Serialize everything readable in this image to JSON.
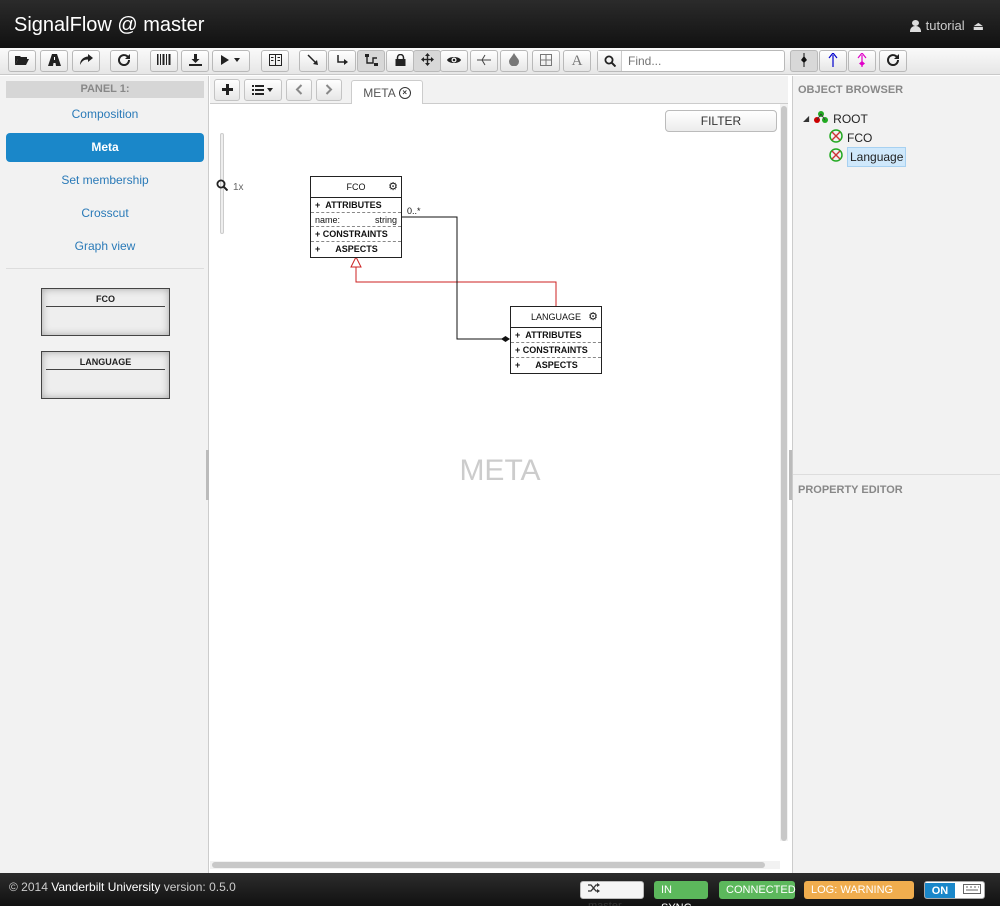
{
  "header": {
    "title": "SignalFlow @ master",
    "user": "tutorial"
  },
  "toolbar": {
    "find_placeholder": "Find..."
  },
  "left_panel": {
    "panel_label": "PANEL 1:",
    "nav": [
      {
        "label": "Composition"
      },
      {
        "label": "Meta"
      },
      {
        "label": "Set membership"
      },
      {
        "label": "Crosscut"
      },
      {
        "label": "Graph view"
      }
    ],
    "parts": [
      {
        "label": "FCO"
      },
      {
        "label": "LANGUAGE"
      }
    ]
  },
  "editor": {
    "tab_label": "META",
    "filter_label": "FILTER",
    "zoom_label": "1x",
    "watermark": "META",
    "boxes": {
      "fco": {
        "name": "FCO",
        "attributes_label": "ATTRIBUTES",
        "attr_name": "name:",
        "attr_type": "string",
        "constraints_label": "CONSTRAINTS",
        "aspects_label": "ASPECTS"
      },
      "language": {
        "name": "LANGUAGE",
        "attributes_label": "ATTRIBUTES",
        "constraints_label": "CONSTRAINTS",
        "aspects_label": "ASPECTS"
      }
    },
    "multiplicity": "0..*"
  },
  "right_panel": {
    "object_browser_title": "OBJECT BROWSER",
    "property_editor_title": "PROPERTY EDITOR",
    "tree": {
      "root": "ROOT",
      "children": [
        "FCO",
        "Language"
      ]
    }
  },
  "footer": {
    "copyright": "© 2014",
    "org": "Vanderbilt University",
    "version": "version: 0.5.0",
    "branch": "master",
    "sync": "IN SYNC",
    "connection": "CONNECTED",
    "log": "LOG: WARNING",
    "toggle": "ON"
  }
}
